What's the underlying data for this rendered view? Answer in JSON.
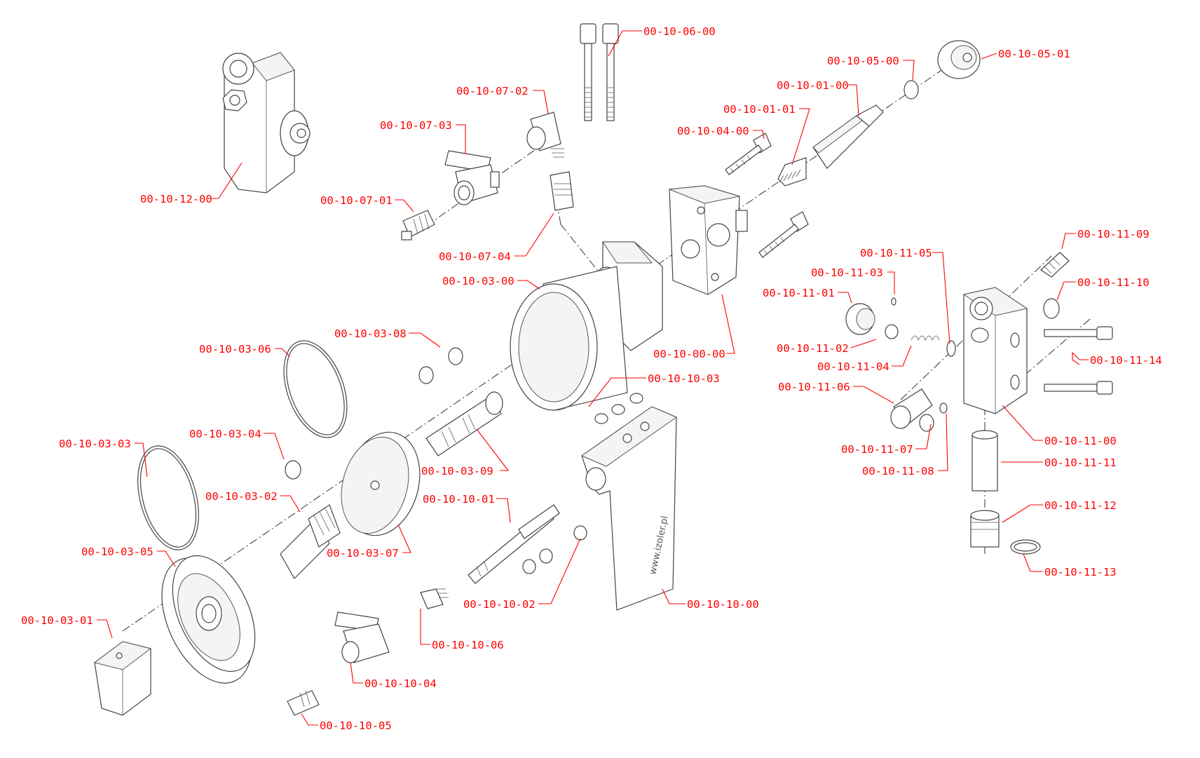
{
  "colors": {
    "callout": "#ff0000",
    "line_art": "#444444",
    "background": "#ffffff"
  },
  "handle_engraving": "www.izoler.pl",
  "labels": [
    "00-10-06-00",
    "00-10-05-00",
    "00-10-05-01",
    "00-10-07-02",
    "00-10-01-00",
    "00-10-07-03",
    "00-10-01-01",
    "00-10-04-00",
    "00-10-12-00",
    "00-10-07-01",
    "00-10-07-04",
    "00-10-11-09",
    "00-10-11-05",
    "00-10-11-03",
    "00-10-03-00",
    "00-10-11-10",
    "00-10-11-01",
    "00-10-03-08",
    "00-10-11-02",
    "00-10-03-06",
    "00-10-00-00",
    "00-10-11-04",
    "00-10-11-14",
    "00-10-10-03",
    "00-10-11-06",
    "00-10-03-04",
    "00-10-03-03",
    "00-10-11-00",
    "00-10-11-07",
    "00-10-11-11",
    "00-10-03-09",
    "00-10-11-08",
    "00-10-03-02",
    "00-10-10-01",
    "00-10-11-12",
    "00-10-03-05",
    "00-10-03-07",
    "00-10-11-13",
    "00-10-10-02",
    "00-10-10-00",
    "00-10-03-01",
    "00-10-10-06",
    "00-10-10-04",
    "00-10-10-05"
  ]
}
